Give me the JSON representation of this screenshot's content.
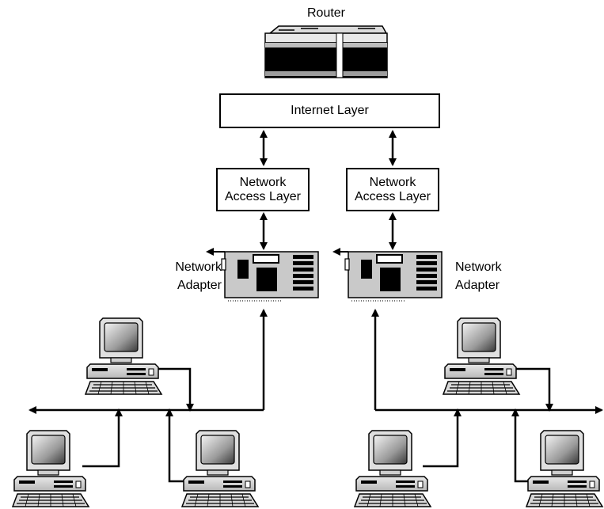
{
  "router": {
    "label": "Router"
  },
  "internet_layer": {
    "label": "Internet Layer"
  },
  "network_access_left": {
    "line1": "Network",
    "line2": "Access Layer"
  },
  "network_access_right": {
    "line1": "Network",
    "line2": "Access Layer"
  },
  "adapter_left": {
    "line1": "Network",
    "line2": "Adapter"
  },
  "adapter_right": {
    "line1": "Network",
    "line2": "Adapter"
  }
}
